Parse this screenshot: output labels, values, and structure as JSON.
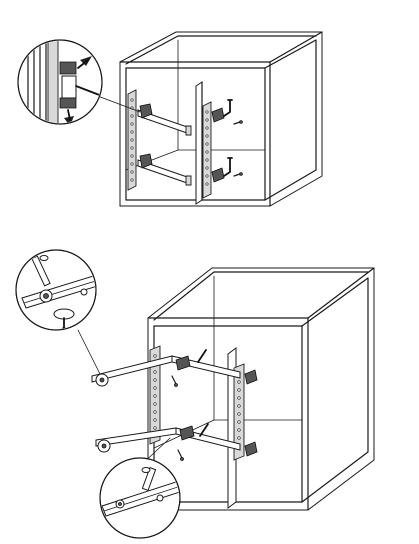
{
  "figure": {
    "panels": [
      {
        "id": "top",
        "step": "rails-mounted-on-cabinet-sides"
      },
      {
        "id": "bottom",
        "step": "pull-out-frame-attached-to-rails"
      }
    ],
    "details": [
      {
        "panel": "top",
        "subject": "rail-hook-clip"
      },
      {
        "panel": "bottom",
        "subject": "frame-pin-and-screw"
      },
      {
        "panel": "bottom",
        "subject": "frame-end-pin"
      }
    ],
    "style": {
      "line_color": "#1a1a1a",
      "background": "#ffffff"
    }
  }
}
